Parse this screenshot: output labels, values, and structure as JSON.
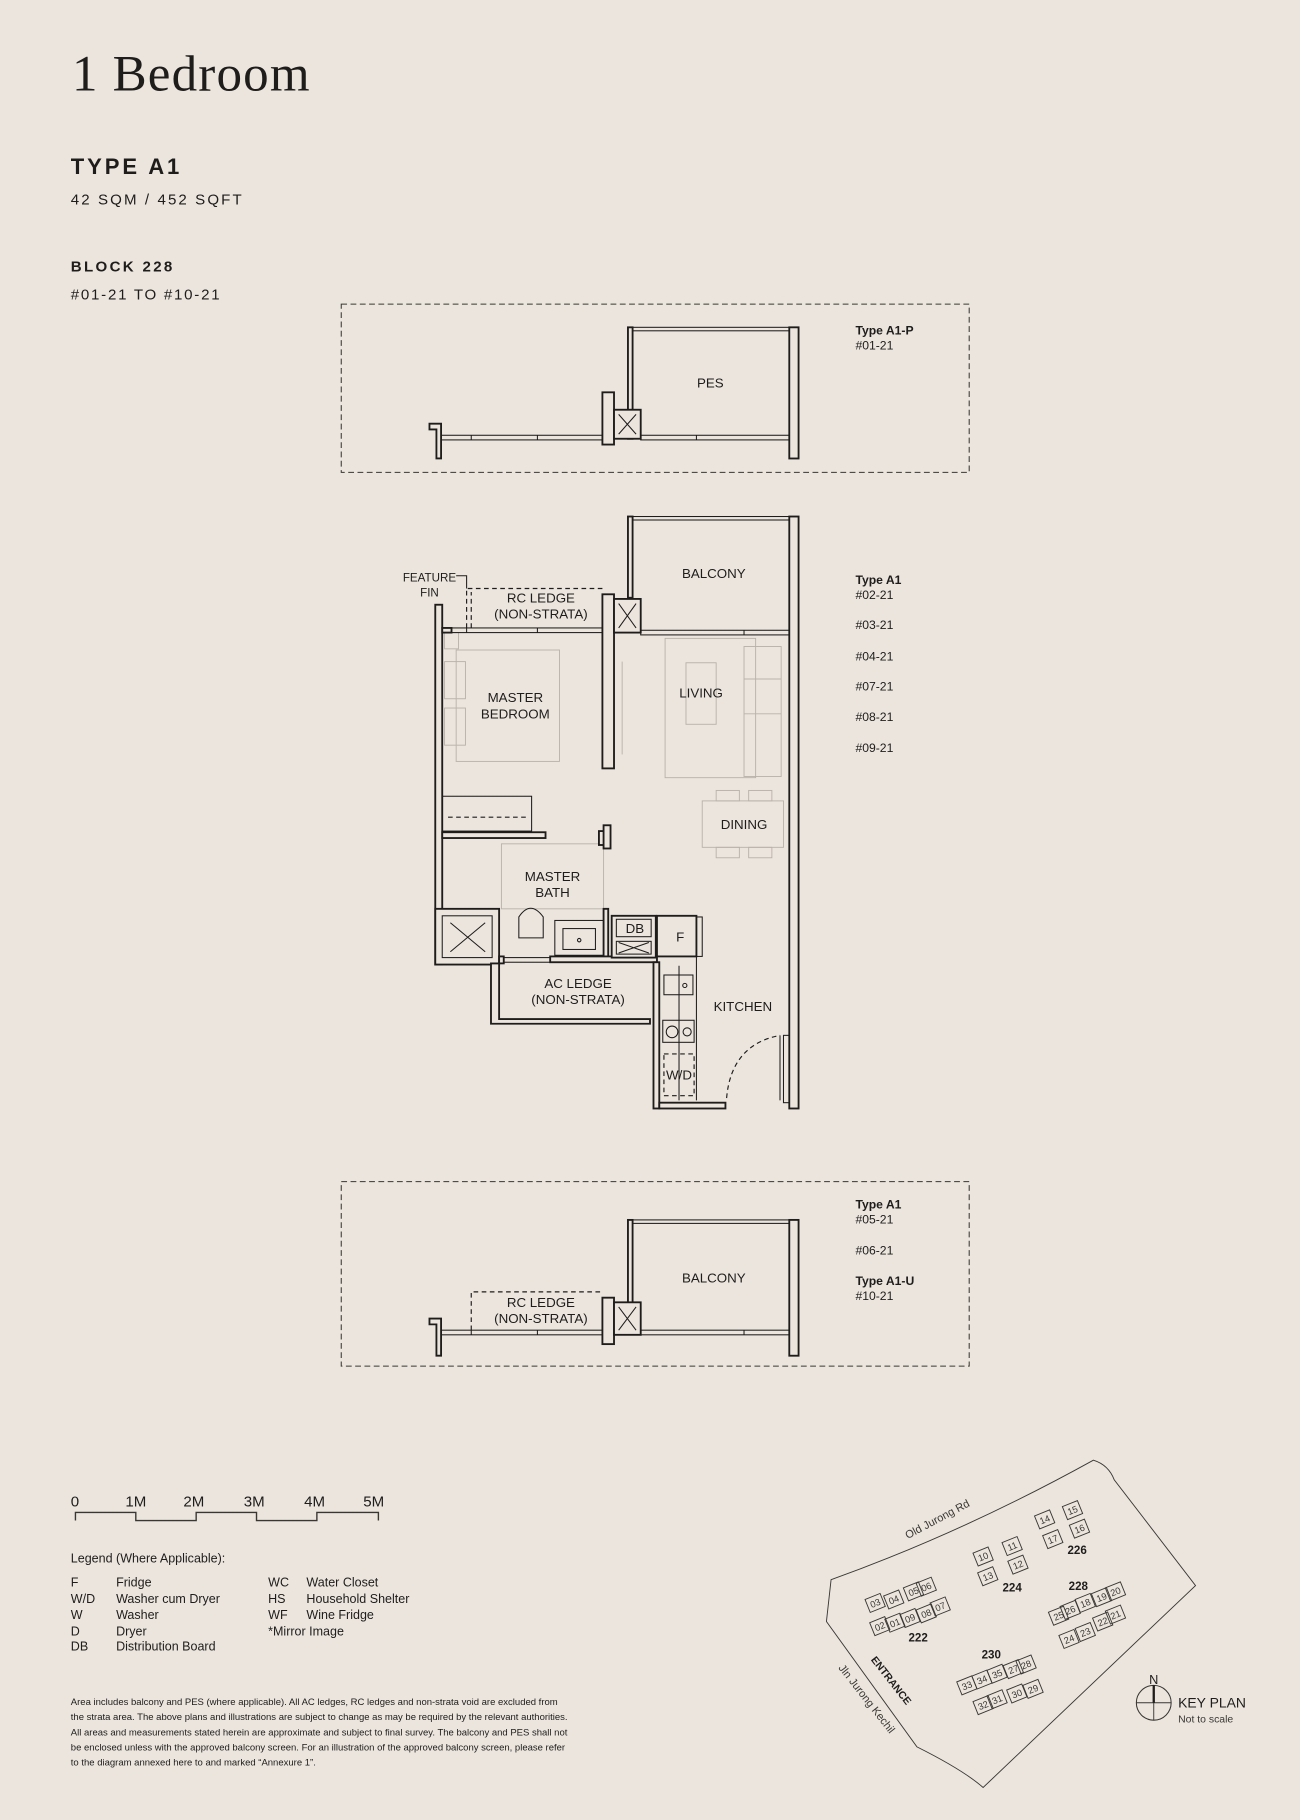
{
  "header": {
    "title": "1 Bedroom",
    "unit_type": "TYPE A1",
    "area": "42 SQM / 452 SQFT",
    "block": "BLOCK 228",
    "unit_range": "#01-21 TO #10-21"
  },
  "plans": {
    "top": {
      "room_label": "PES",
      "types": [
        {
          "name": "Type A1-P",
          "units": [
            "#01-21"
          ]
        }
      ]
    },
    "main": {
      "rooms": {
        "balcony": "BALCONY",
        "feature_fin_1": "FEATURE",
        "feature_fin_2": "FIN",
        "rc_ledge_1": "RC LEDGE",
        "rc_ledge_2": "(NON-STRATA)",
        "master_bedroom_1": "MASTER",
        "master_bedroom_2": "BEDROOM",
        "living": "LIVING",
        "dining": "DINING",
        "master_bath_1": "MASTER",
        "master_bath_2": "BATH",
        "db": "DB",
        "fridge": "F",
        "ac_ledge_1": "AC LEDGE",
        "ac_ledge_2": "(NON-STRATA)",
        "kitchen": "KITCHEN",
        "washer_dryer": "W/D"
      },
      "types": [
        {
          "name": "Type A1",
          "units": [
            "#02-21",
            "#03-21",
            "#04-21",
            "#07-21",
            "#08-21",
            "#09-21"
          ]
        }
      ]
    },
    "bottom": {
      "rooms": {
        "balcony": "BALCONY",
        "rc_ledge_1": "RC LEDGE",
        "rc_ledge_2": "(NON-STRATA)"
      },
      "types": [
        {
          "name": "Type A1",
          "units": [
            "#05-21",
            "#06-21"
          ]
        },
        {
          "name": "Type A1-U",
          "units": [
            "#10-21"
          ]
        }
      ]
    }
  },
  "scale_bar": {
    "labels": [
      "0",
      "1M",
      "2M",
      "3M",
      "4M",
      "5M"
    ]
  },
  "legend": {
    "title": "Legend (Where Applicable):",
    "col1": [
      {
        "abbr": "F",
        "desc": "Fridge"
      },
      {
        "abbr": "W/D",
        "desc": "Washer cum Dryer"
      },
      {
        "abbr": "W",
        "desc": "Washer"
      },
      {
        "abbr": "D",
        "desc": "Dryer"
      },
      {
        "abbr": "DB",
        "desc": "Distribution Board"
      }
    ],
    "col2": [
      {
        "abbr": "WC",
        "desc": "Water Closet"
      },
      {
        "abbr": "HS",
        "desc": "Household Shelter"
      },
      {
        "abbr": "WF",
        "desc": "Wine Fridge"
      }
    ],
    "note": "*Mirror Image"
  },
  "disclaimer": [
    "Area includes balcony and PES (where applicable). All AC ledges, RC ledges and non-strata void are excluded from",
    "the strata area. The above plans and illustrations are subject to change as may be required by the relevant authorities.",
    "All areas and measurements stated herein are approximate and subject to final survey. The balcony and PES shall not",
    "be enclosed unless with the approved balcony screen. For an illustration of the approved balcony screen, please refer",
    "to the diagram annexed here to and marked “Annexure 1”."
  ],
  "key_plan": {
    "title": "KEY PLAN",
    "subtitle": "Not to scale",
    "north": "N",
    "roads": {
      "top": "Old Jurong Rd",
      "left": "Jln Jurong Kechil"
    },
    "entrance": "ENTRANCE",
    "blocks": [
      "222",
      "224",
      "226",
      "228",
      "230"
    ],
    "units": [
      "01",
      "02",
      "03",
      "04",
      "05",
      "06",
      "07",
      "08",
      "09",
      "10",
      "11",
      "12",
      "13",
      "14",
      "15",
      "16",
      "17",
      "18",
      "19",
      "20",
      "21",
      "22",
      "23",
      "24",
      "25",
      "26",
      "27",
      "28",
      "29",
      "30",
      "31",
      "32",
      "33",
      "34",
      "35"
    ],
    "highlighted_unit": "21",
    "highlight_color": "#8c9a6e"
  },
  "colors": {
    "background": "#ebe5de",
    "ink": "#1f1d1b"
  }
}
